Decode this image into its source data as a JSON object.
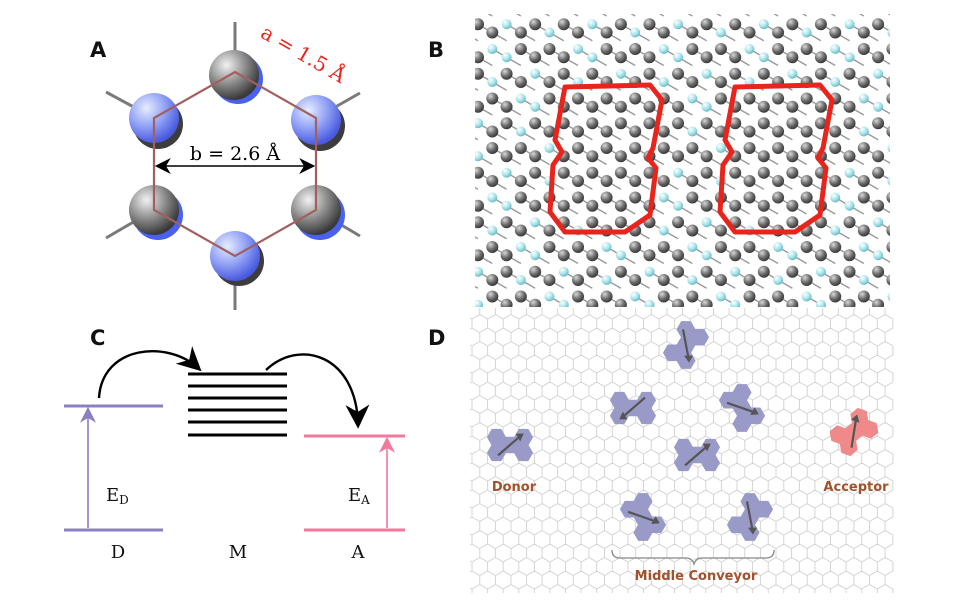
{
  "panels": {
    "a": {
      "letter": "A",
      "bond_label": "a = 1.5 Å",
      "distance_label": "b = 2.6 Å",
      "colors": {
        "ring": "#a0605e",
        "red_label": "#e8241c",
        "sphere_blue": "#5a72f0",
        "sphere_gray": "#808080"
      }
    },
    "b": {
      "letter": "B",
      "colors": {
        "outline": "#e8241c",
        "atom_gray": "#6b6b6b",
        "atom_cyan": "#9fe0e8",
        "bond": "#9a9a9a"
      }
    },
    "c": {
      "letter": "C",
      "donor_level": "E",
      "donor_sub": "D",
      "acceptor_level": "E",
      "acceptor_sub": "A",
      "donor_label": "D",
      "middle_label": "M",
      "acceptor_label": "A",
      "colors": {
        "donor": "#8a80c0",
        "acceptor": "#f07a9a",
        "middle": "#000000"
      }
    },
    "d": {
      "letter": "D",
      "donor_text": "Donor",
      "acceptor_text": "Acceptor",
      "conveyor_text": "Middle Conveyor",
      "colors": {
        "text": "#a0522d",
        "molecule": "#9a9ac8",
        "acceptor_molecule": "#f08a8a",
        "lattice": "#d0d0d0"
      }
    }
  }
}
